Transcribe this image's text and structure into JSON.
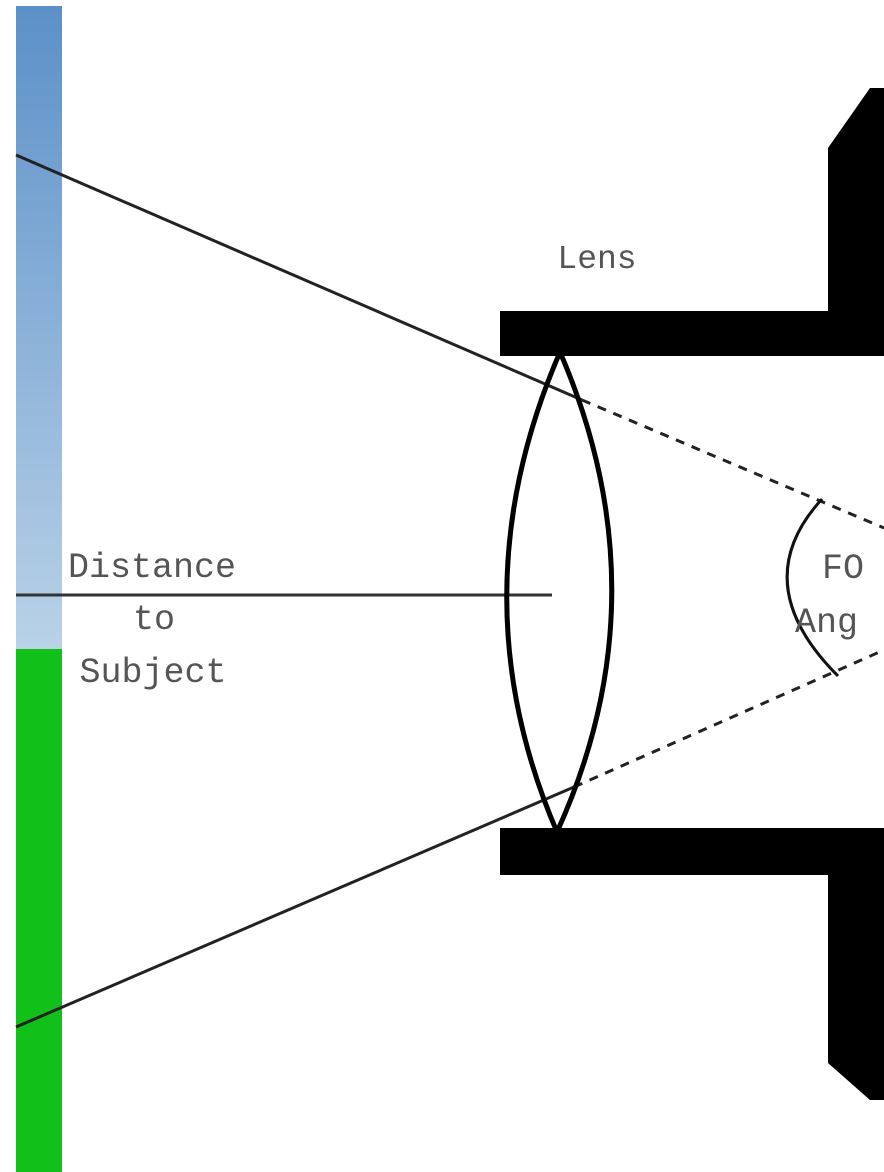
{
  "diagram": {
    "labels": {
      "lens": "Lens",
      "distance_line1": "Distance",
      "distance_line2": "to",
      "distance_line3": "Subject",
      "fov_line1": "FO",
      "fov_line2": "Ang"
    },
    "colors": {
      "sky": "#6f9fd0",
      "ground": "#11c11a",
      "camera_body": "#000000",
      "rays": "#222222",
      "text": "#555555"
    }
  }
}
